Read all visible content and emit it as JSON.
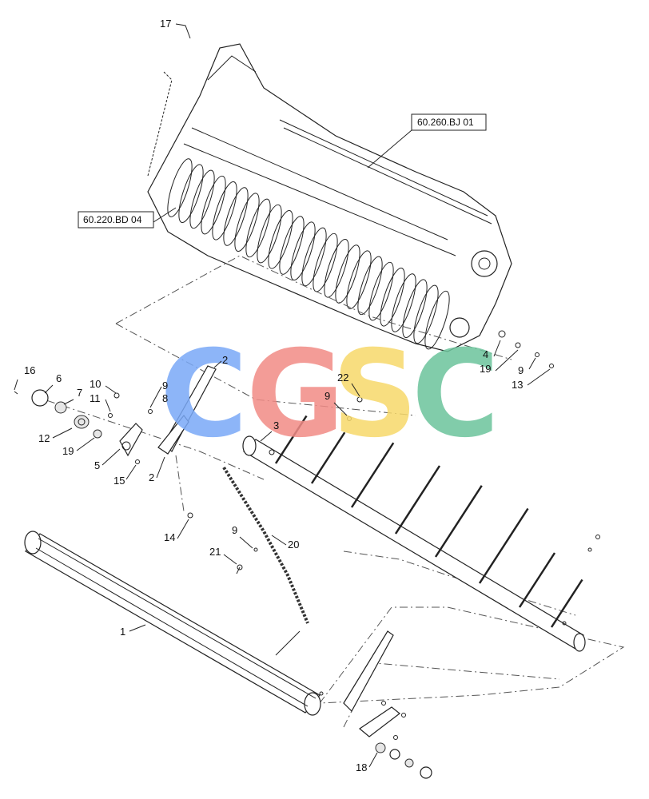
{
  "callouts": [
    {
      "id": "c17",
      "text": "17"
    },
    {
      "id": "c2a",
      "text": "2"
    },
    {
      "id": "c16",
      "text": "16"
    },
    {
      "id": "c6",
      "text": "6"
    },
    {
      "id": "c10",
      "text": "10"
    },
    {
      "id": "c7",
      "text": "7"
    },
    {
      "id": "c11",
      "text": "11"
    },
    {
      "id": "c9a",
      "text": "9"
    },
    {
      "id": "c8",
      "text": "8"
    },
    {
      "id": "c12",
      "text": "12"
    },
    {
      "id": "c19a",
      "text": "19"
    },
    {
      "id": "c5",
      "text": "5"
    },
    {
      "id": "c15",
      "text": "15"
    },
    {
      "id": "c2b",
      "text": "2"
    },
    {
      "id": "c22",
      "text": "22"
    },
    {
      "id": "c9b",
      "text": "9"
    },
    {
      "id": "c3",
      "text": "3"
    },
    {
      "id": "c4",
      "text": "4"
    },
    {
      "id": "c19b",
      "text": "19"
    },
    {
      "id": "c9c",
      "text": "9"
    },
    {
      "id": "c13",
      "text": "13"
    },
    {
      "id": "c14",
      "text": "14"
    },
    {
      "id": "c9d",
      "text": "9"
    },
    {
      "id": "c20",
      "text": "20"
    },
    {
      "id": "c21",
      "text": "21"
    },
    {
      "id": "c1",
      "text": "1"
    },
    {
      "id": "c18",
      "text": "18"
    }
  ],
  "references": {
    "upper": "60.260.BJ 01",
    "left": "60.220.BD 04"
  },
  "watermark": {
    "letters": [
      "C",
      "G",
      "S",
      "C"
    ],
    "colors": [
      "#7aa9f7",
      "#f28b86",
      "#f7d96b",
      "#6cc49c"
    ]
  }
}
